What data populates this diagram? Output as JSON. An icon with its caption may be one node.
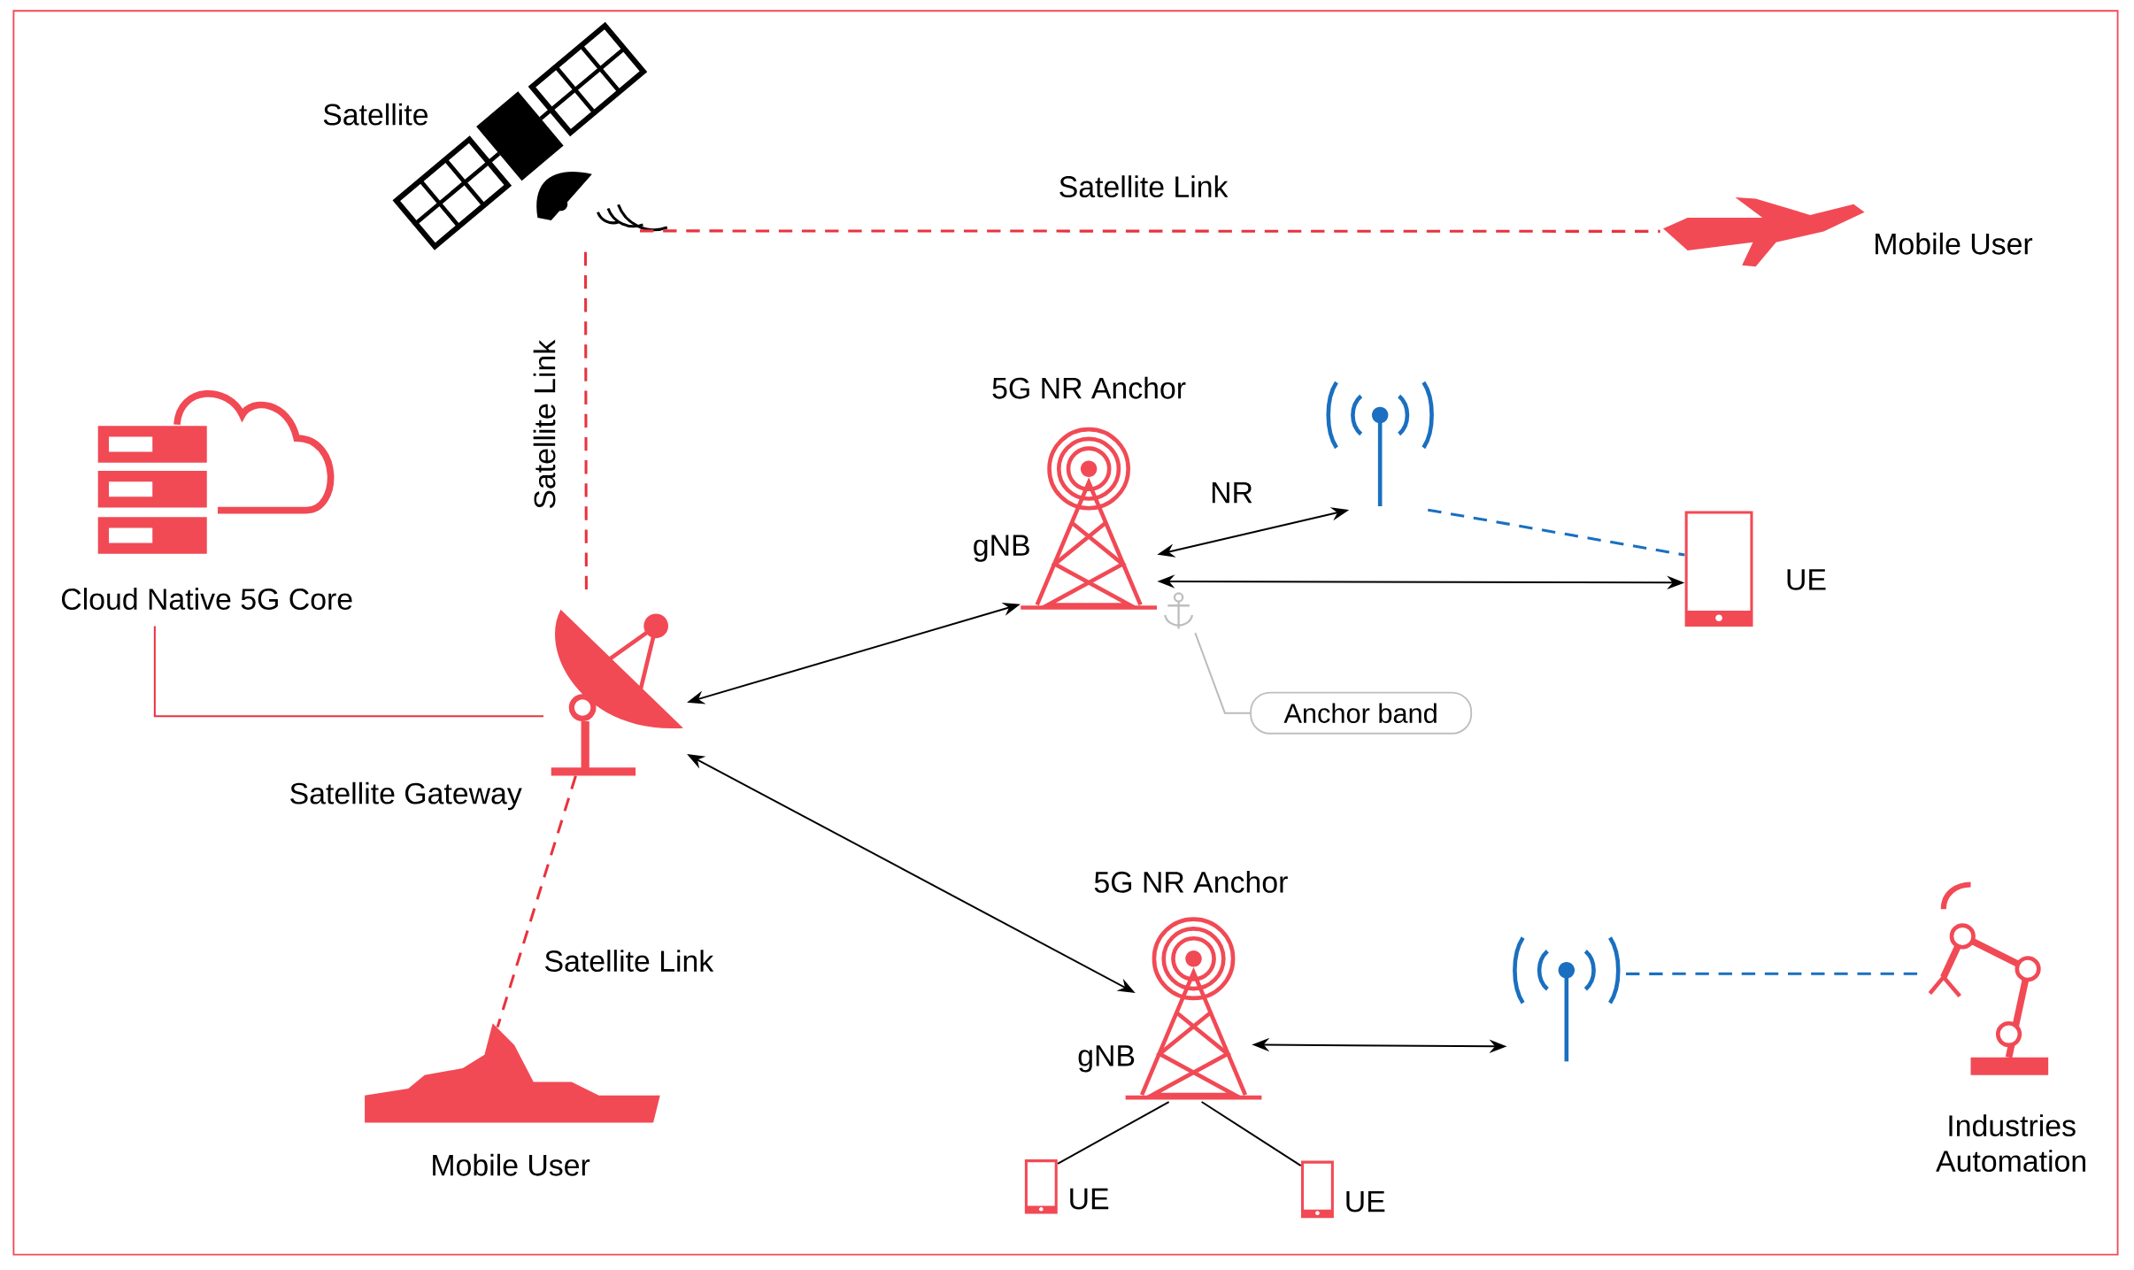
{
  "diagram": {
    "nodes": [
      {
        "text": [
          "Satellite"
        ]
      },
      {
        "text": [
          "Mobile User"
        ]
      },
      {
        "text": [
          "Cloud Native 5G Core"
        ]
      },
      {
        "text": [
          "5G NR Anchor",
          "gNB"
        ]
      },
      {
        "text": [],
        "shape": "picture"
      },
      {
        "text": [
          "UE"
        ]
      },
      {
        "text": [
          "Satellite Gateway"
        ]
      },
      {
        "text": [],
        "shape": "picture"
      },
      {
        "text": [
          "Anchor band"
        ]
      },
      {
        "text": [
          "5G NR Anchor",
          "gNB"
        ]
      },
      {
        "text": [],
        "shape": "picture"
      },
      {
        "text": [
          "Industries Automation"
        ]
      },
      {
        "text": [
          "Mobile User"
        ]
      },
      {
        "text": [
          "UE"
        ]
      },
      {
        "text": [
          "UE"
        ]
      }
    ],
    "edges": [
      {
        "from": 0,
        "to": 1,
        "arrow": "none",
        "label": "Satellite Link",
        "style": "dashed",
        "color": "#e8333f"
      },
      {
        "from": 0,
        "to": 6,
        "arrow": "none",
        "label": "Satellite Link",
        "style": "dashed",
        "color": "#e8333f"
      },
      {
        "from": 6,
        "to": 12,
        "arrow": "none",
        "label": "Satellite Link",
        "style": "dashed",
        "color": "#e8333f"
      },
      {
        "from": 2,
        "to": 6,
        "arrow": "none",
        "color": "#e8333f"
      },
      {
        "from": 6,
        "to": 3,
        "arrow": "both"
      },
      {
        "from": 6,
        "to": 9,
        "arrow": "both"
      },
      {
        "from": 3,
        "to": 4,
        "arrow": "both",
        "label": "NR"
      },
      {
        "from": 3,
        "to": 5,
        "arrow": "both"
      },
      {
        "from": 4,
        "to": 5,
        "arrow": "none",
        "style": "dashed",
        "color": "#1a6fc0"
      },
      {
        "from": 8,
        "to": 7,
        "arrow": "none",
        "color": "#bbbbbb"
      },
      {
        "from": 9,
        "to": 10,
        "arrow": "both"
      },
      {
        "from": 10,
        "to": 11,
        "arrow": "none",
        "style": "dashed",
        "color": "#1a6fc0"
      },
      {
        "from": 9,
        "to": 13,
        "arrow": "none"
      },
      {
        "from": 9,
        "to": 14,
        "arrow": "none"
      }
    ]
  }
}
